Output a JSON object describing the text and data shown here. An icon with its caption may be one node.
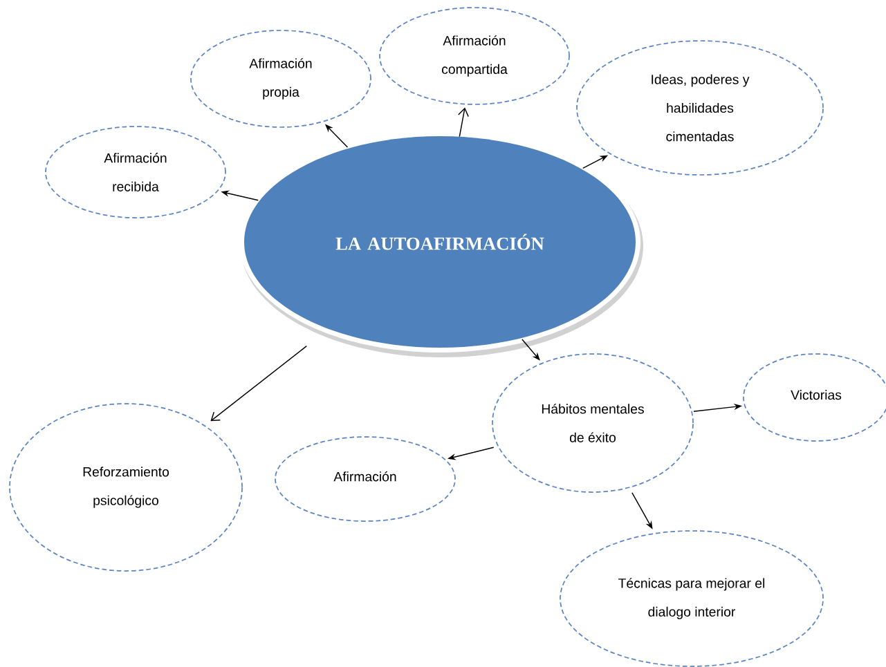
{
  "diagram": {
    "nodes": [
      {
        "text": [
          "LA AUTOAFIRMACIÓN"
        ]
      },
      {
        "text": [
          "Afirmación recibida"
        ]
      },
      {
        "text": [
          "Afirmación propia"
        ]
      },
      {
        "text": [
          "Afirmación compartida"
        ]
      },
      {
        "text": [
          "Ideas, poderes y habilidades cimentadas"
        ]
      },
      {
        "text": [
          "Reforzamiento psicológico"
        ]
      },
      {
        "text": [
          "Hábitos mentales de éxito"
        ]
      },
      {
        "text": [
          "Victorias"
        ]
      },
      {
        "text": [
          "Afirmación"
        ]
      },
      {
        "text": [
          "Técnicas para mejorar el dialogo interior"
        ]
      }
    ],
    "edges": [
      {
        "from": 0,
        "to": 1,
        "arrow": "to"
      },
      {
        "from": 0,
        "to": 2,
        "arrow": "to"
      },
      {
        "from": 0,
        "to": 3,
        "arrow": "to"
      },
      {
        "from": 0,
        "to": 4,
        "arrow": "to"
      },
      {
        "from": 0,
        "to": 5,
        "arrow": "to"
      },
      {
        "from": 0,
        "to": 6,
        "arrow": "to"
      },
      {
        "from": 6,
        "to": 7,
        "arrow": "to"
      },
      {
        "from": 6,
        "to": 8,
        "arrow": "to"
      },
      {
        "from": 6,
        "to": 9,
        "arrow": "to"
      }
    ]
  }
}
